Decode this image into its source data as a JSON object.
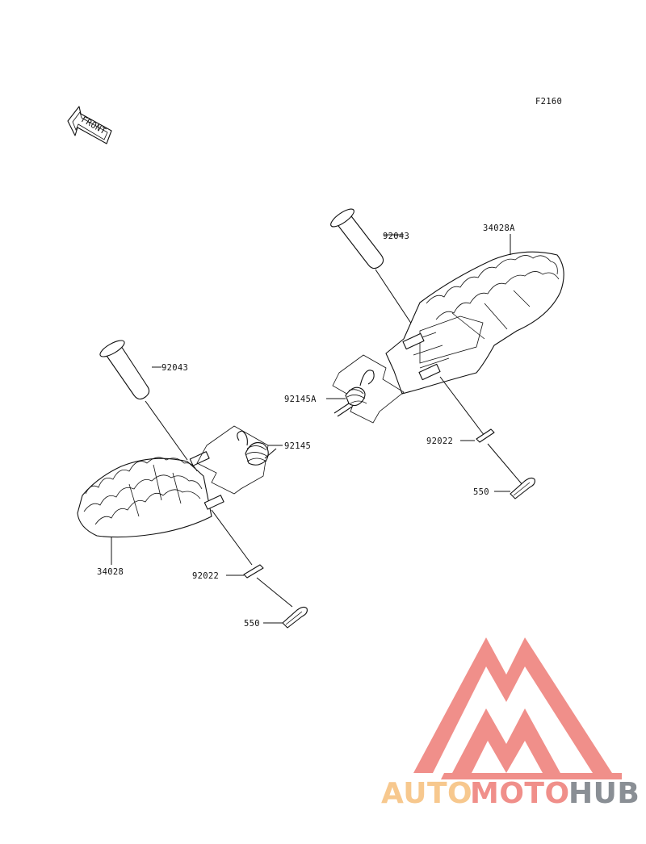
{
  "figure_code": "F2160",
  "front_arrow": {
    "text": "FRONT"
  },
  "left_assembly": {
    "pin": "92043",
    "spring": "92145",
    "peg": "34028",
    "washer": "92022",
    "cotter_pin": "550"
  },
  "right_assembly": {
    "pin": "92043",
    "spring": "92145A",
    "peg": "34028A",
    "washer": "92022",
    "cotter_pin": "550"
  },
  "watermark": {
    "part1": "AUTO",
    "part2": "MOTO",
    "part3": "HUB",
    "color_orange": "#f7c88e",
    "color_red": "#f08f8a",
    "color_gray": "#8a8f95"
  }
}
